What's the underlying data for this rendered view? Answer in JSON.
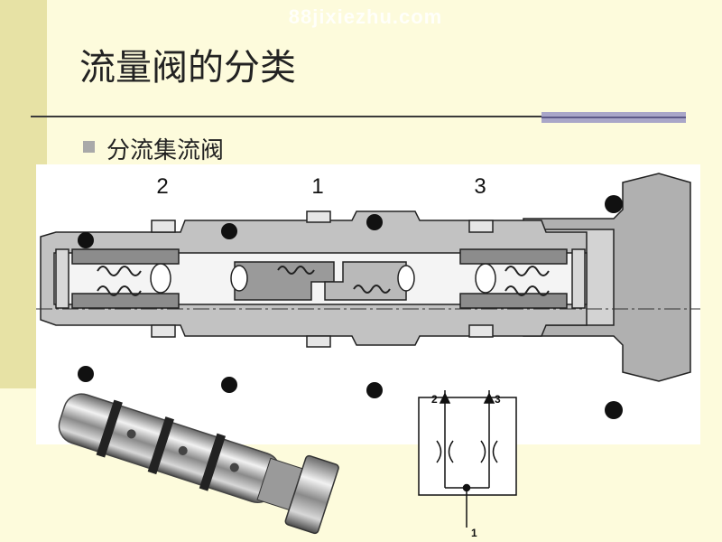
{
  "slide": {
    "watermark": "88jixiezhu.com",
    "title": "流量阀的分类",
    "bullet": "分流集流阀"
  },
  "figure": {
    "port_labels": [
      "2",
      "1",
      "3"
    ],
    "symbol_labels": {
      "left_top": "2",
      "right_top": "3",
      "bottom": "1"
    }
  },
  "colors": {
    "background": "#fdfbdc",
    "left_bar": "#e7e2a5",
    "accent": "#a9a6c8",
    "body_dark": "#8c8c8c",
    "body_mid": "#c2c2c2",
    "body_light": "#e6e6e6"
  }
}
